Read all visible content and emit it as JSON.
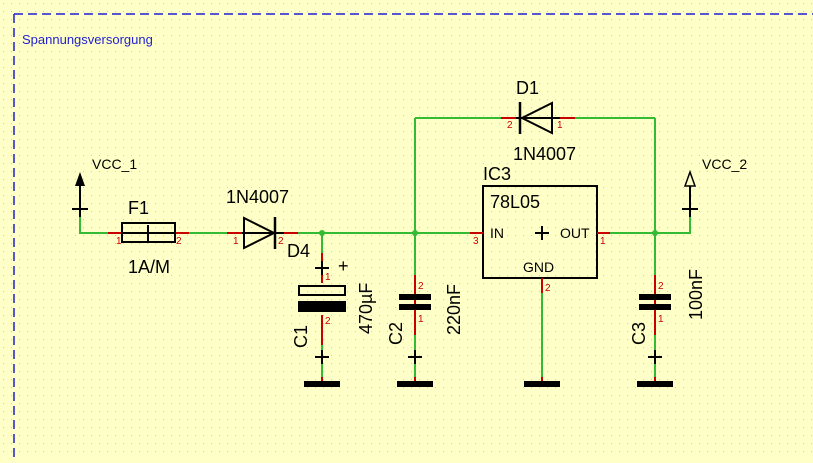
{
  "sheet": {
    "title": "Spannungsversorgung"
  },
  "colors": {
    "background": "#ffffc8",
    "grid_dot": "#d2d296",
    "frame": "#1f1fd0",
    "wire": "#33bb33",
    "pin": "#c80000",
    "part": "#000000",
    "label_blue": "#1f1fd0"
  },
  "components": {
    "vcc1": {
      "name": "VCC_1"
    },
    "vcc2": {
      "name": "VCC_2"
    },
    "f1": {
      "ref": "F1",
      "value": "1A/M",
      "pin1": "1",
      "pin2": "2"
    },
    "d4": {
      "ref": "D4",
      "value": "1N4007",
      "pin1": "1",
      "pin2": "2"
    },
    "d1": {
      "ref": "D1",
      "value": "1N4007",
      "pin1": "1",
      "pin2": "2"
    },
    "ic3": {
      "ref": "IC3",
      "value": "78L05",
      "in": "IN",
      "out": "OUT",
      "gnd": "GND",
      "pin_in": "3",
      "pin_out": "1",
      "pin_gnd": "2"
    },
    "c1": {
      "ref": "C1",
      "value": "470µF",
      "polarity": "+",
      "pin1": "1",
      "pin2": "2"
    },
    "c2": {
      "ref": "C2",
      "value": "220nF",
      "pin1": "1",
      "pin2": "2"
    },
    "c3": {
      "ref": "C3",
      "value": "100nF",
      "pin1": "1",
      "pin2": "2"
    }
  }
}
